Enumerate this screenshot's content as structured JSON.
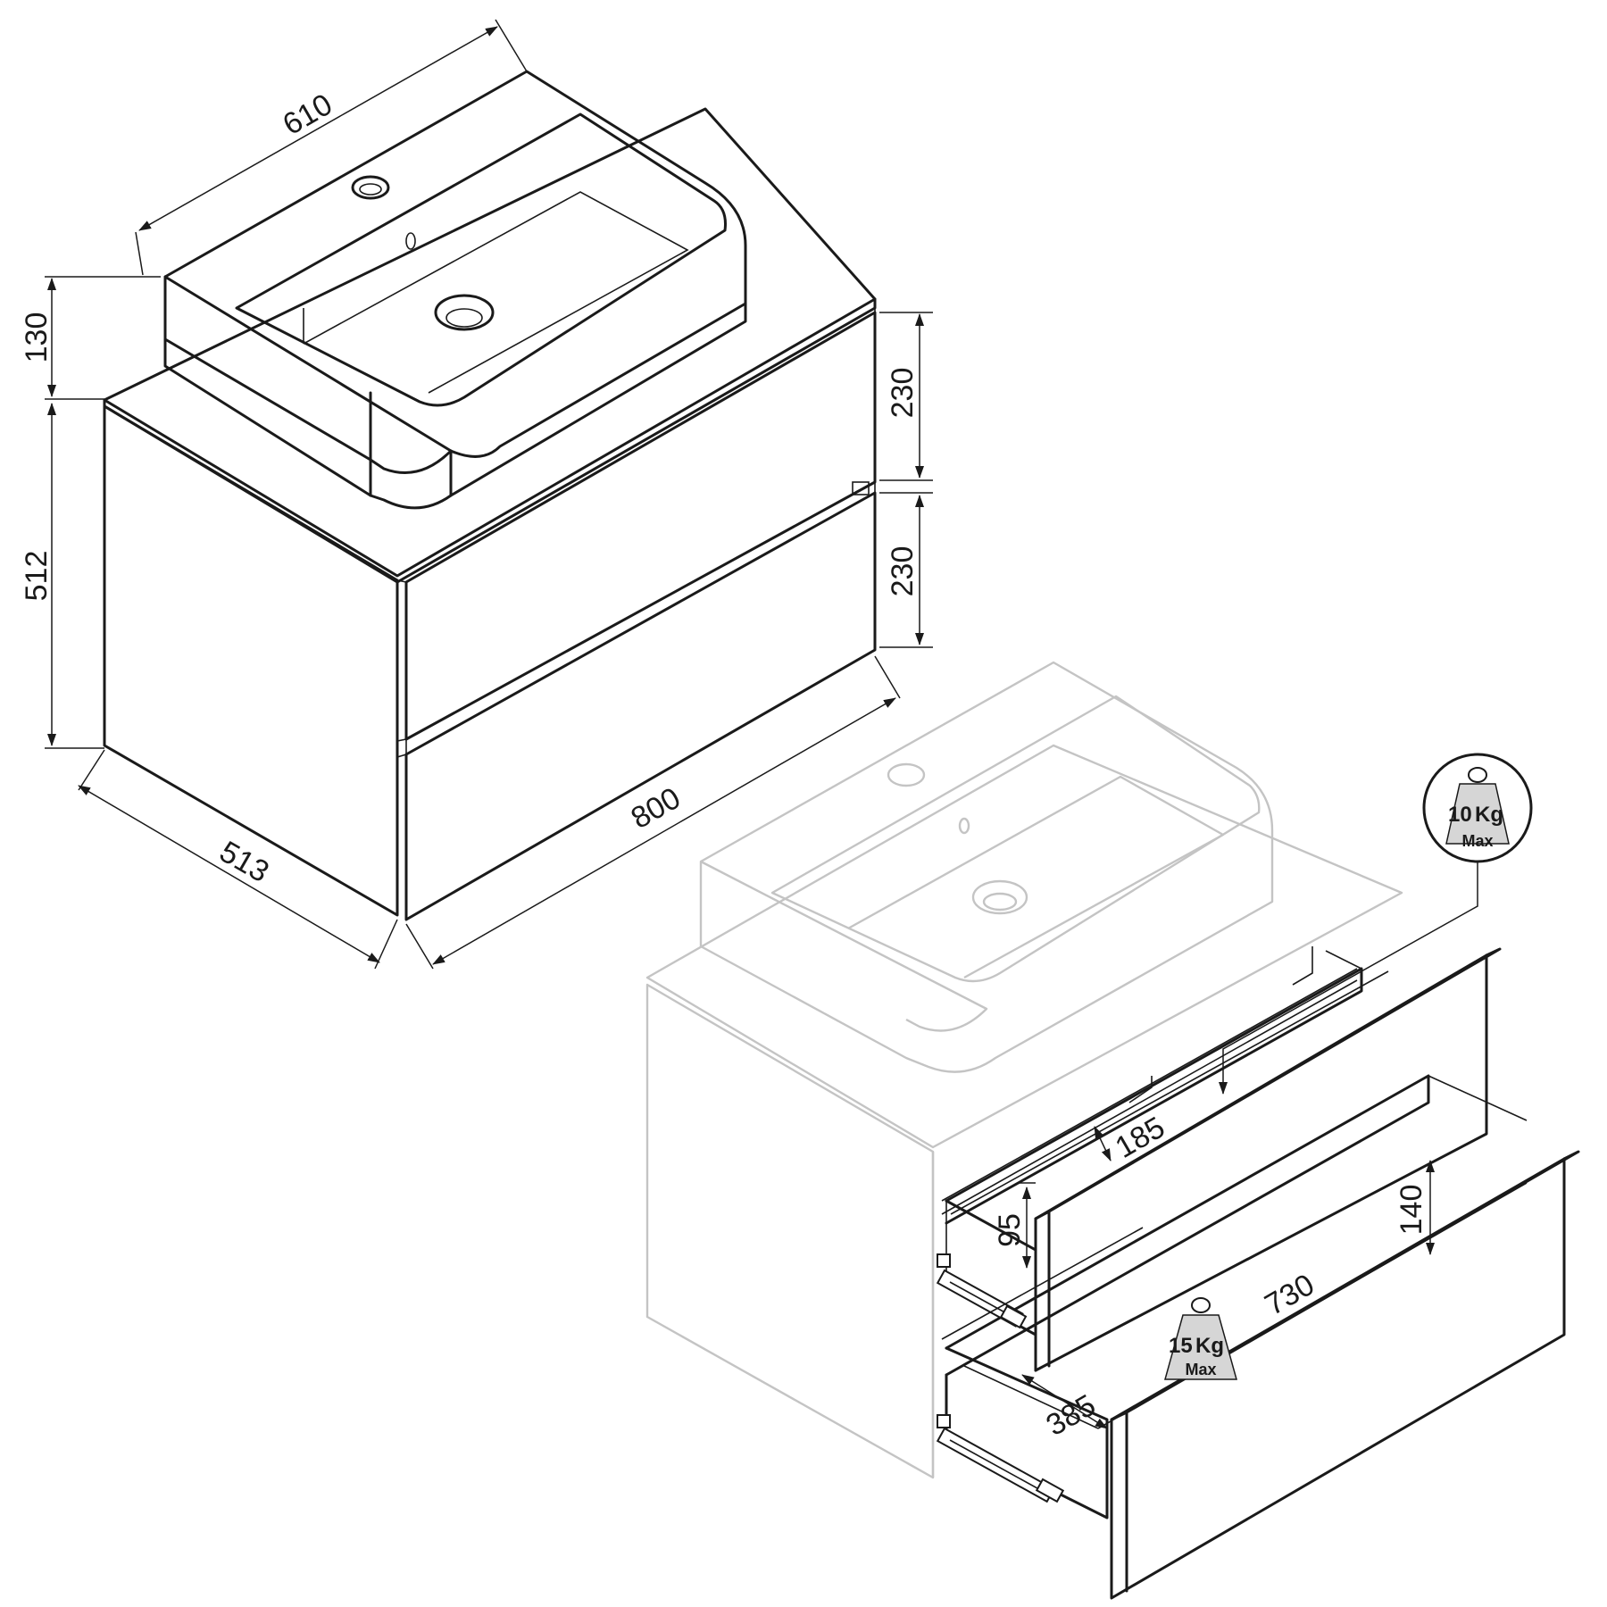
{
  "dimensions": {
    "sink_depth": "610",
    "sink_height": "130",
    "cabinet_height": "512",
    "drawer_top_height": "230",
    "drawer_bottom_height": "230",
    "width": "800",
    "depth": "513",
    "top_drawer_inner_depth": "185",
    "top_drawer_inner_height": "95",
    "bottom_drawer_inner_height": "140",
    "bottom_drawer_inner_width": "730",
    "bottom_drawer_inner_depth": "385"
  },
  "weights": {
    "top_drawer": {
      "value": "10",
      "unit": "Kg",
      "label": "Max"
    },
    "bottom_drawer": {
      "value": "15",
      "unit": "Kg",
      "label": "Max"
    }
  },
  "colors": {
    "line": "#1a1a1a",
    "ghost": "#c4c4c4",
    "background": "#ffffff"
  }
}
